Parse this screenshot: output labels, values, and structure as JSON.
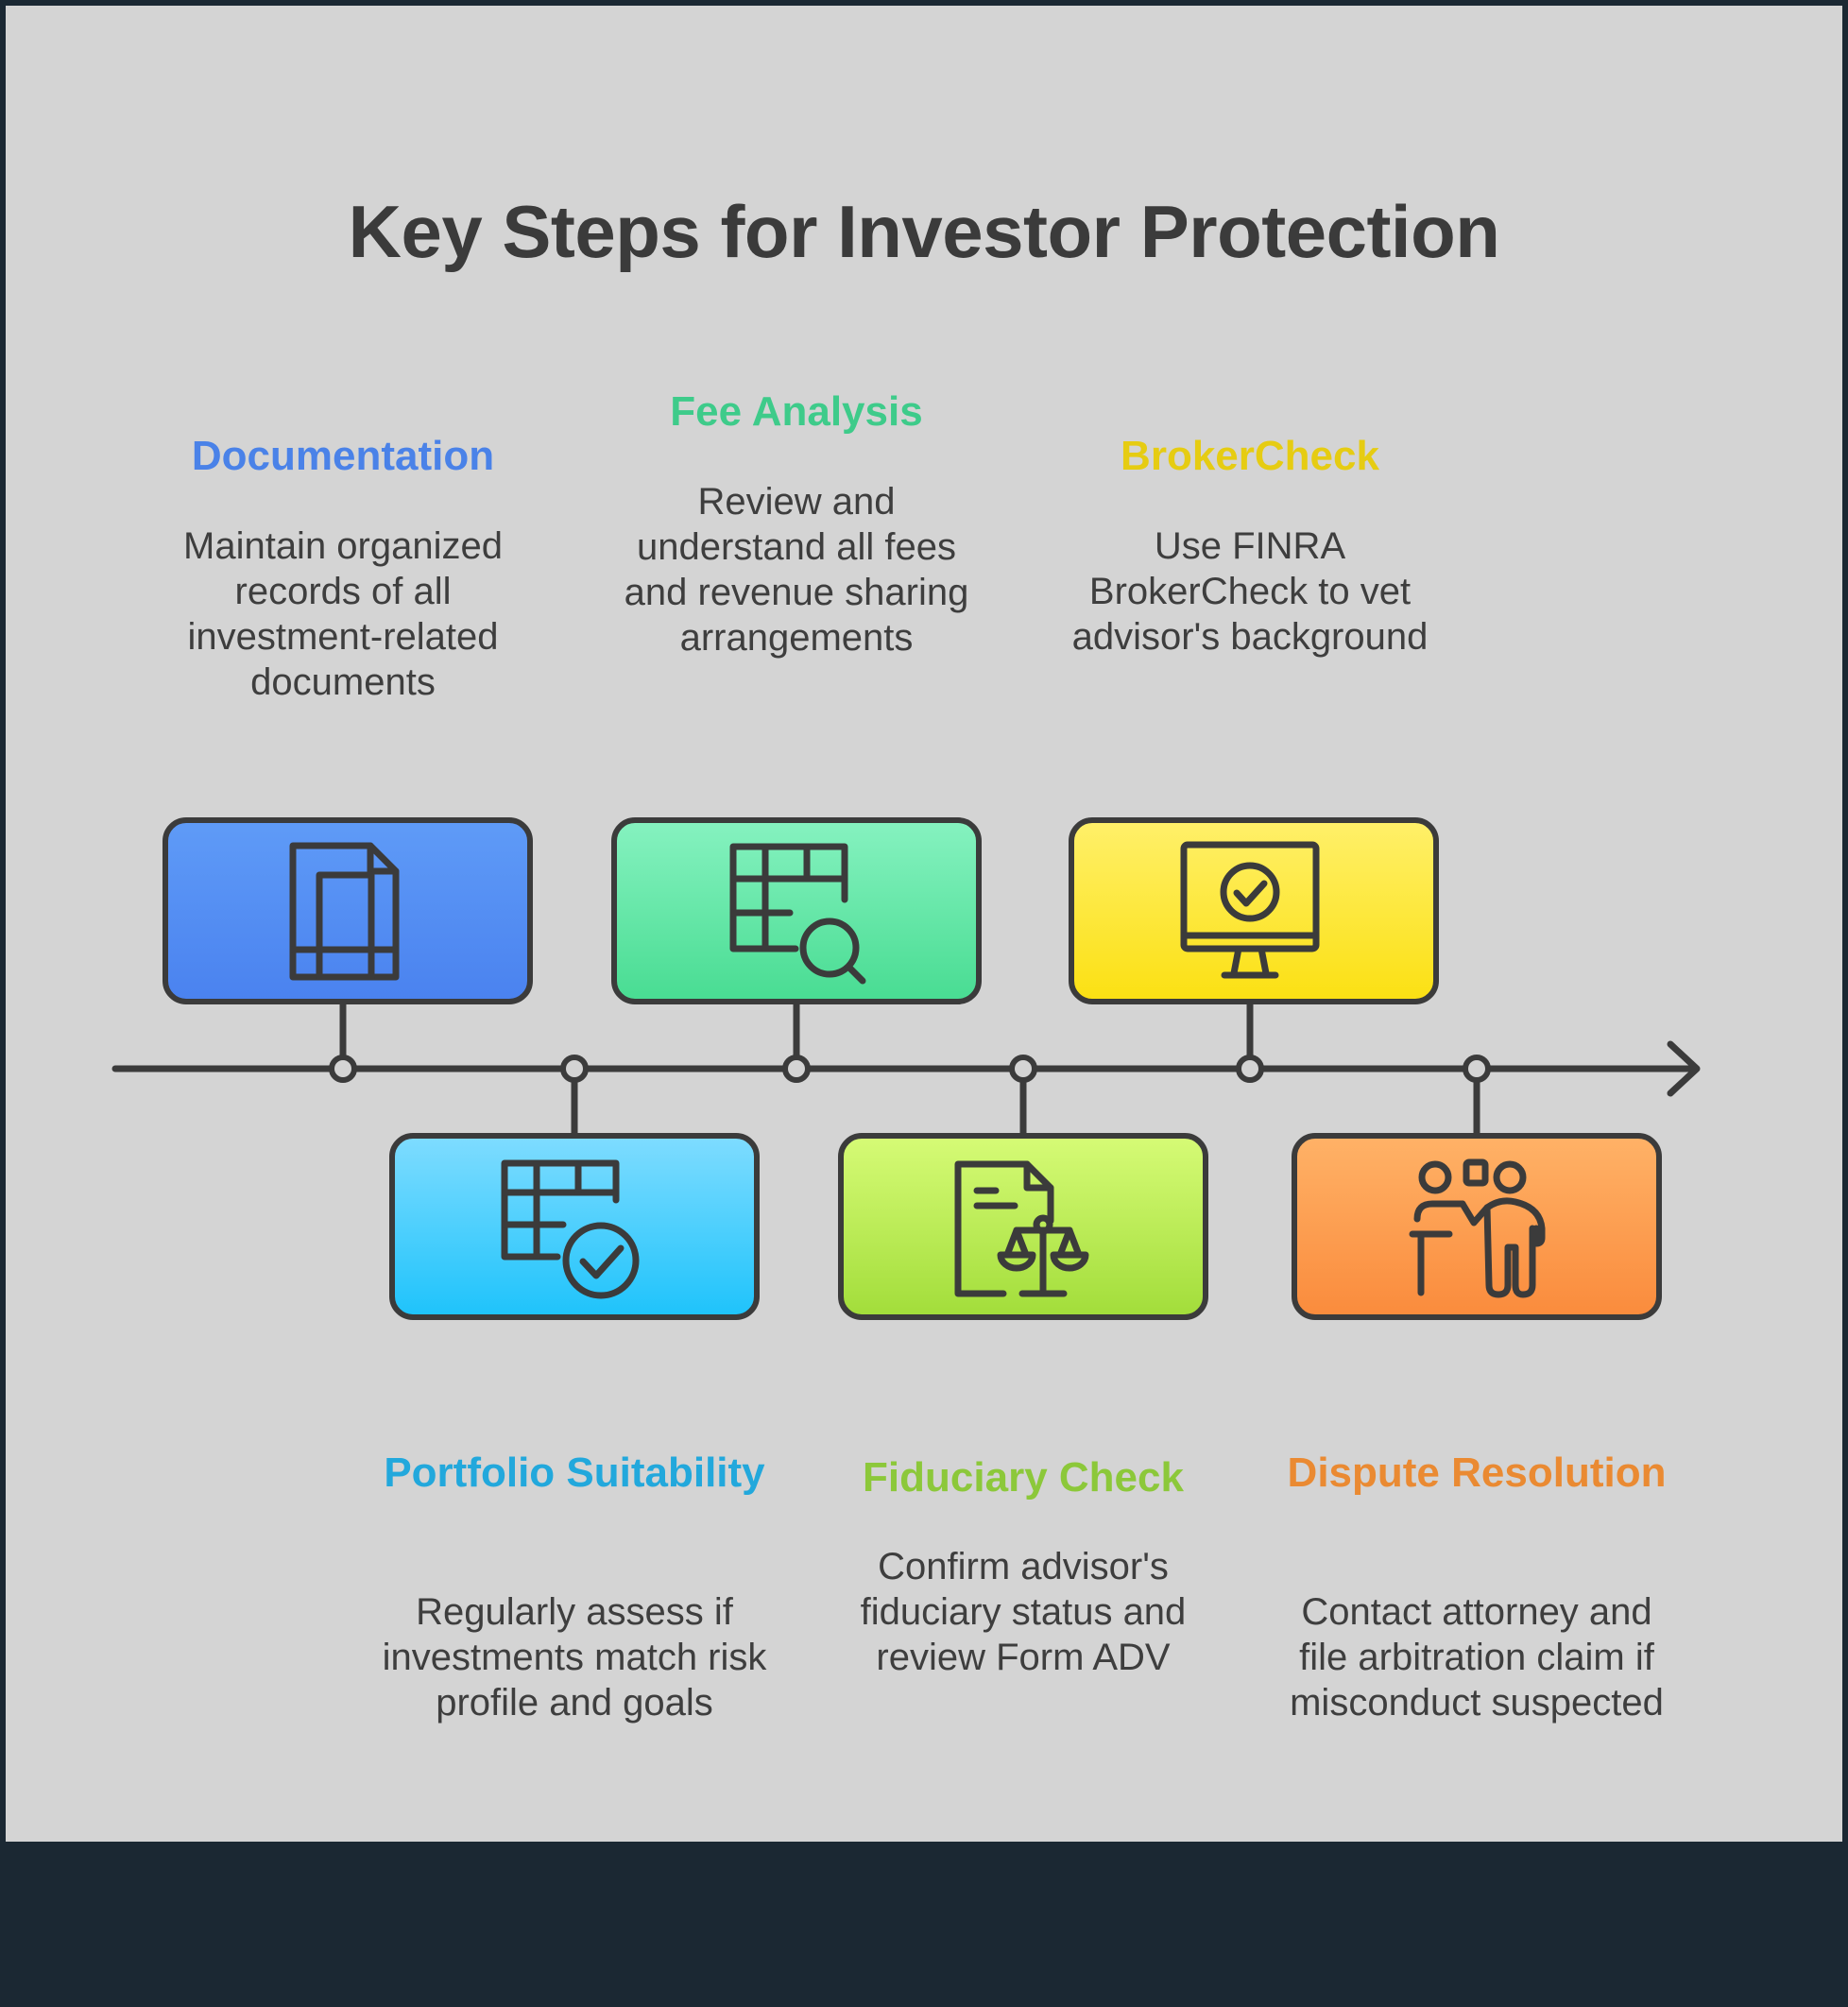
{
  "title": "Key Steps for Investor Protection",
  "steps": [
    {
      "title": "Documentation",
      "description": "Maintain organized records of all investment-related documents",
      "color": "#4a82e8",
      "icon": "document-icon",
      "position": "top"
    },
    {
      "title": "Portfolio Suitability",
      "description": "Regularly assess if investments match risk profile and goals",
      "color": "#22a8dc",
      "icon": "table-check-icon",
      "position": "bottom"
    },
    {
      "title": "Fee Analysis",
      "description": "Review and understand all fees and revenue sharing arrangements",
      "color": "#3ecb8a",
      "icon": "table-search-icon",
      "position": "top"
    },
    {
      "title": "Fiduciary Check",
      "description": "Confirm advisor's fiduciary status and review Form ADV",
      "color": "#8cc83a",
      "icon": "document-scale-icon",
      "position": "bottom"
    },
    {
      "title": "BrokerCheck",
      "description": "Use FINRA BrokerCheck to vet advisor's background",
      "color": "#e6cc12",
      "icon": "monitor-check-icon",
      "position": "top"
    },
    {
      "title": "Dispute Resolution",
      "description": "Contact attorney and file arbitration claim if misconduct suspected",
      "color": "#ea8a32",
      "icon": "presenter-icon",
      "position": "bottom"
    }
  ]
}
